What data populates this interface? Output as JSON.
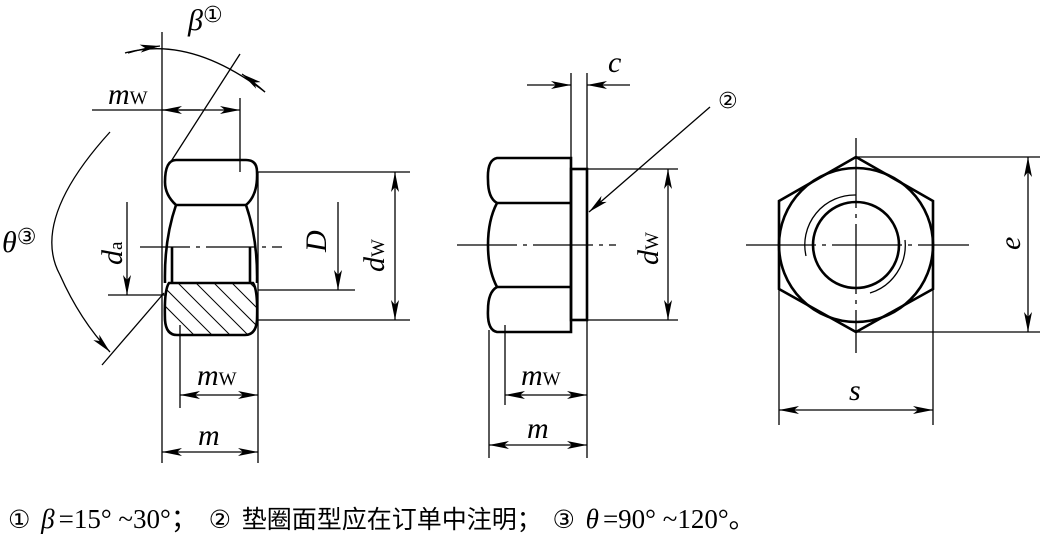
{
  "labels": {
    "beta": "β",
    "note1": "①",
    "theta": "θ",
    "note3": "③",
    "mw_symbol": "m",
    "mw_sub": "W",
    "m": "m",
    "d": "d",
    "a_sub": "a",
    "w_sub": "W",
    "D": "D",
    "c": "c",
    "note2": "②",
    "e": "e",
    "s": "s"
  },
  "footnote": {
    "n1": "①",
    "n1_sym": "β",
    "n1_text": "=15° ~30°；",
    "n2": "②",
    "n2_text": "垫圈面型应在订单中注明；",
    "n3": "③",
    "n3_sym": "θ",
    "n3_text": "=90° ~120°。"
  }
}
